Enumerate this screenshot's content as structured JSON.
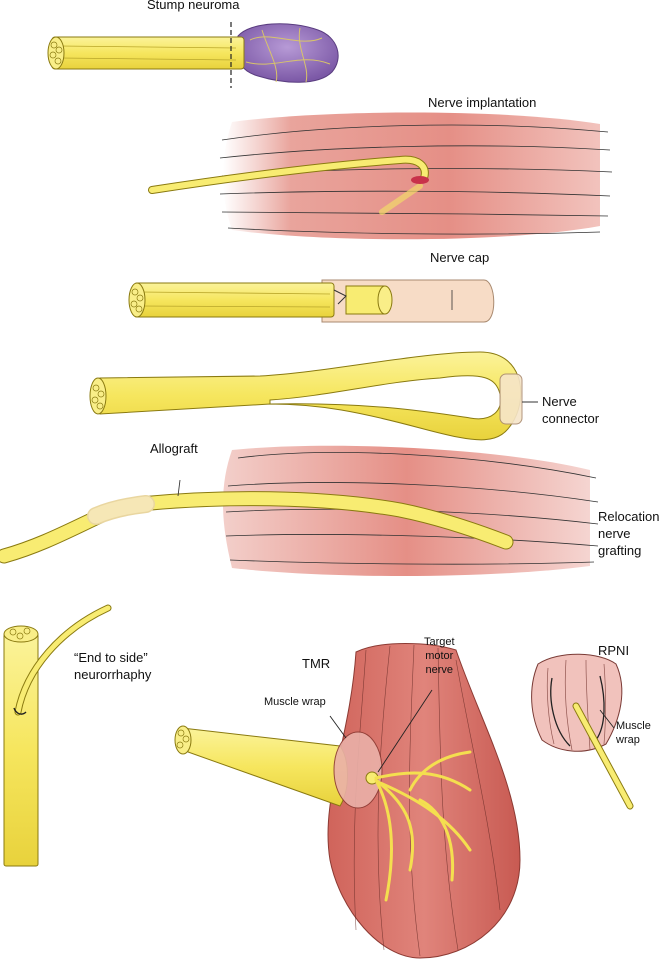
{
  "colors": {
    "nerve_fill": "#f8ec72",
    "nerve_stroke": "#8a7a10",
    "neuroma_fill": "#8f6fb7",
    "muscle_fill": "#e39a92",
    "muscle_dark": "#c9574f",
    "cap_fill": "#f7dcc6",
    "rpni_fill": "#f1c2bc"
  },
  "labels": {
    "stump_neuroma": "Stump neuroma",
    "nerve_implantation": "Nerve implantation",
    "nerve_cap": "Nerve cap",
    "nerve_connector": [
      "Nerve",
      "connector"
    ],
    "allograft": "Allograft",
    "relocation": [
      "Relocation",
      "nerve",
      "grafting"
    ],
    "end_to_side": [
      "“End to side”",
      "neurorrhaphy"
    ],
    "tmr": "TMR",
    "muscle_wrap_tmr": "Muscle wrap",
    "target_motor_nerve": [
      "Target",
      "motor",
      "nerve"
    ],
    "rpni": "RPNI",
    "muscle_wrap_rpni": [
      "Muscle",
      "wrap"
    ]
  }
}
